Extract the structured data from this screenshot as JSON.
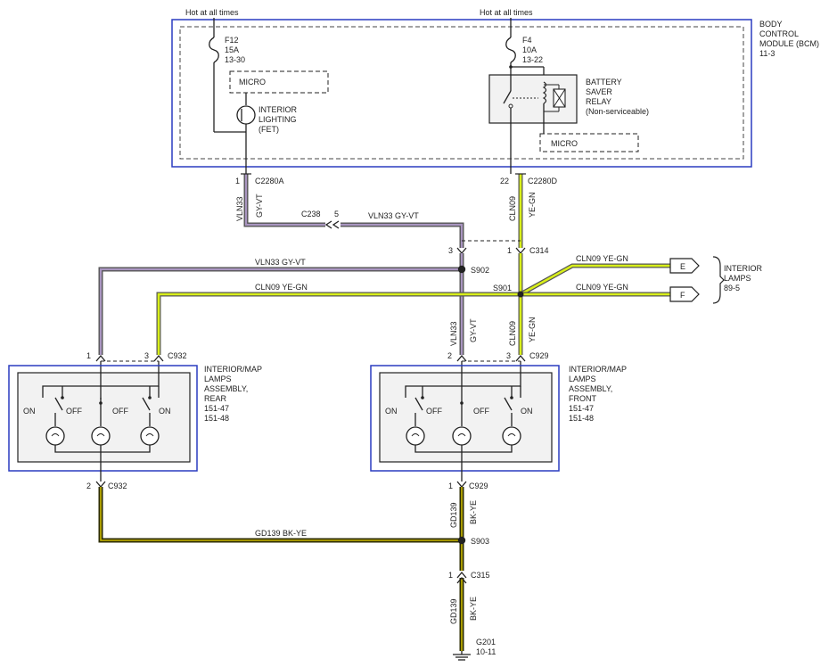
{
  "bcm": {
    "hot_left": "Hot at all times",
    "hot_right": "Hot at all times",
    "label_lines": [
      "BODY",
      "CONTROL",
      "MODULE (BCM)",
      "11-3"
    ],
    "fuse_left_lines": [
      "F12",
      "15A",
      "13-30"
    ],
    "fuse_right_lines": [
      "F4",
      "10A",
      "13-22"
    ],
    "micro_top": "MICRO",
    "micro_bottom": "MICRO",
    "interior_lighting_lines": [
      "INTERIOR",
      "LIGHTING",
      "(FET)"
    ],
    "relay_lines": [
      "BATTERY",
      "SAVER",
      "RELAY",
      "(Non-serviceable)"
    ]
  },
  "connectors": {
    "c2280a_pin": "1",
    "c2280a": "C2280A",
    "c2280d_pin": "22",
    "c2280d": "C2280D",
    "c238": "C238",
    "c238_pin": "5",
    "c314_pin_left": "3",
    "c314_pin_right": "1",
    "c314": "C314",
    "c932_pin_1": "1",
    "c932_pin_3": "3",
    "c932_top": "C932",
    "c929_pin_2": "2",
    "c929_pin_3": "3",
    "c929_top": "C929",
    "c932_pin_2": "2",
    "c932_bottom": "C932",
    "c929_pin_1": "1",
    "c929_bottom": "C929",
    "c315_pin": "1",
    "c315": "C315"
  },
  "splices": {
    "s902": "S902",
    "s901": "S901",
    "s903": "S903"
  },
  "wires": {
    "vln33_circuit": "VLN33",
    "vln33_color": "GY-VT",
    "cln09_circuit": "CLN09",
    "cln09_color": "YE-GN",
    "gd139_circuit": "GD139",
    "gd139_color": "BK-YE",
    "vln33_h_top": "VLN33   GY-VT",
    "vln33_h_mid": "VLN33   GY-VT",
    "cln09_h_mid": "CLN09   YE-GN",
    "cln09_e": "CLN09      YE-GN",
    "cln09_f": "CLN09      YE-GN",
    "gd139_h": "GD139   BK-YE"
  },
  "interior_lamps": {
    "e": "E",
    "f": "F",
    "label_lines": [
      "INTERIOR",
      "LAMPS",
      "89-5"
    ]
  },
  "assembly_rear": {
    "label_lines": [
      "INTERIOR/MAP",
      "LAMPS",
      "ASSEMBLY,",
      "REAR",
      "151-47",
      "151-48"
    ],
    "on_left": "ON",
    "off_left": "OFF",
    "off_right": "OFF",
    "on_right": "ON"
  },
  "assembly_front": {
    "label_lines": [
      "INTERIOR/MAP",
      "LAMPS",
      "ASSEMBLY,",
      "FRONT",
      "151-47",
      "151-48"
    ],
    "on_left": "ON",
    "off_left": "OFF",
    "off_right": "OFF",
    "on_right": "ON"
  },
  "ground": {
    "label": "G201",
    "ref": "10-11"
  },
  "colors": {
    "gy_vt": "#8a7aa0",
    "gy_vt_core": "#a995c0",
    "ye_gn": "#d8ef1a",
    "bk_ye": "#2b2b00",
    "bk_ye_core": "#c9b800",
    "module_border": "#2a3cc0"
  }
}
